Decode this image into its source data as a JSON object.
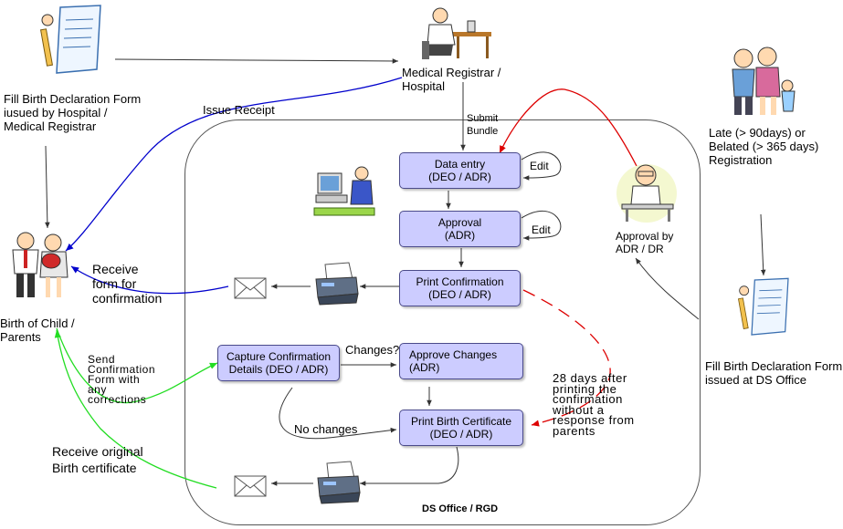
{
  "labels": {
    "fill_hospital": "Fill Birth Declaration Form\niusued by Hospital /\nMedical Registrar",
    "medical_registrar": "Medical Registrar /\nHospital",
    "late_registration": "Late (> 90days) or\nBelated (> 365 days)\nRegistration",
    "issue_receipt": "Issue Receipt",
    "submit_bundle": "Submit\nBundle",
    "edit_1": "Edit",
    "edit_2": "Edit",
    "approval_by": "Approval by\nADR / DR",
    "receive_form": "Receive\nform for\nconfirmation",
    "birth_of_child": "Birth of Child /\nParents",
    "send_confirmation": "Send\nConfirmation\nForm with\nany\ncorrections",
    "changes_q": "Changes?",
    "no_changes": "No changes",
    "days_28": "28 days after\nprinting the\nconfirmation\nwithout a\nresponse from\nparents",
    "receive_original": "Receive original\nBirth certificate",
    "fill_ds": "Fill Birth Declaration Form\nissued at DS Office",
    "ds_office": "DS Office / RGD"
  },
  "nodes": {
    "data_entry": "Data entry\n(DEO / ADR)",
    "approval": "Approval\n(ADR)",
    "print_confirmation": "Print Confirmation\n(DEO / ADR)",
    "capture_confirmation": "Capture Confirmation\nDetails (DEO / ADR)",
    "approve_changes": "Approve Changes\n(ADR)",
    "print_birth_certificate": "Print Birth Certificate\n(DEO / ADR)"
  },
  "colors": {
    "node_fill": "#ccccff",
    "blue_flow": "#0000cc",
    "red_flow": "#dd0000",
    "green_flow": "#22dd22"
  }
}
